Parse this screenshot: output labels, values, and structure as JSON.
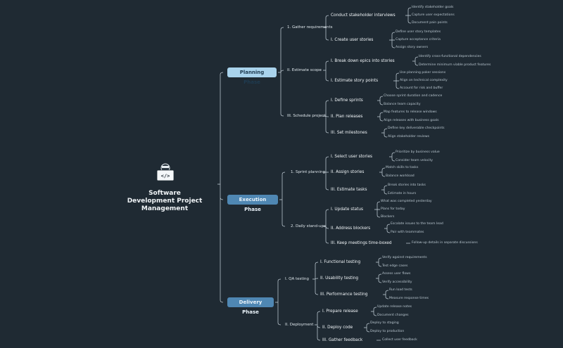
{
  "root": {
    "title": "Software\nDevelopment Project\nManagement",
    "icon": "code-laptop-icon"
  },
  "colors": {
    "background": "#1f2a33",
    "line": "#c9d5de",
    "phase_light": "#a9d3ec",
    "phase_mid": "#4f87b3"
  },
  "phases": [
    {
      "label": "Planning Phase",
      "children": [
        {
          "label": "1.  Gather requirements",
          "children": [
            {
              "label": "Conduct stakeholder interviews",
              "children": [
                "Identify stakeholder goals",
                "Capture user expectations",
                "Document pain points"
              ]
            },
            {
              "label": "I.  Create user stories",
              "children": [
                "Define user story templates",
                "Capture acceptance criteria",
                "Assign story owners"
              ]
            }
          ]
        },
        {
          "label": "II.  Estimate scope",
          "children": [
            {
              "label": "I.  Break down epics into stories",
              "children": [
                "Identify cross-functional dependencies",
                "Determine minimum viable product features"
              ]
            },
            {
              "label": "I.  Estimate story points",
              "children": [
                "Use planning poker sessions",
                "Align on technical complexity",
                "Account for risk and buffer"
              ]
            }
          ]
        },
        {
          "label": "III.  Schedule project",
          "children": [
            {
              "label": "I.  Define sprints",
              "children": [
                "Choose sprint duration and cadence",
                "Balance team capacity"
              ]
            },
            {
              "label": "II.  Plan releases",
              "children": [
                "Map features to release windows",
                "Align releases with business goals"
              ]
            },
            {
              "label": "III.  Set milestones",
              "children": [
                "Define key deliverable checkpoints",
                "Align stakeholder reviews"
              ]
            }
          ]
        }
      ]
    },
    {
      "label": "Execution Phase",
      "children": [
        {
          "label": "1.  Sprint planning",
          "children": [
            {
              "label": "I.  Select user stories",
              "children": [
                "Prioritize by business value",
                "Consider team velocity"
              ]
            },
            {
              "label": "II.  Assign stories",
              "children": [
                "Match skills to tasks",
                "Balance workload"
              ]
            },
            {
              "label": "III.  Estimate tasks",
              "children": [
                "Break stories into tasks",
                "Estimate in hours"
              ]
            }
          ]
        },
        {
          "label": "2.  Daily stand-ups",
          "children": [
            {
              "label": "I.  Update status",
              "children": [
                "What was completed yesterday",
                "Plans for today",
                "Blockers"
              ]
            },
            {
              "label": "II.  Address blockers",
              "children": [
                "Escalate issues to the team lead",
                "Pair with teammates"
              ]
            },
            {
              "label": "III.  Keep meetings time-boxed",
              "children": [
                "Follow-up details in separate discussions"
              ]
            }
          ]
        }
      ]
    },
    {
      "label": "Delivery Phase",
      "children": [
        {
          "label": "I.  QA testing",
          "children": [
            {
              "label": "I.  Functional testing",
              "children": [
                "Verify against requirements",
                "Test edge cases"
              ]
            },
            {
              "label": "II.  Usability testing",
              "children": [
                "Assess user flows",
                "Verify accessibility"
              ]
            },
            {
              "label": "III.  Performance testing",
              "children": [
                "Run load tests",
                "Measure response times"
              ]
            }
          ]
        },
        {
          "label": "II.  Deployment",
          "children": [
            {
              "label": "I.  Prepare release",
              "children": [
                "Update release notes",
                "Document changes"
              ]
            },
            {
              "label": "II.  Deploy code",
              "children": [
                "Deploy to staging",
                "Deploy to production"
              ]
            },
            {
              "label": "III.  Gather feedback",
              "children": [
                "Collect user feedback"
              ]
            }
          ]
        }
      ]
    }
  ]
}
